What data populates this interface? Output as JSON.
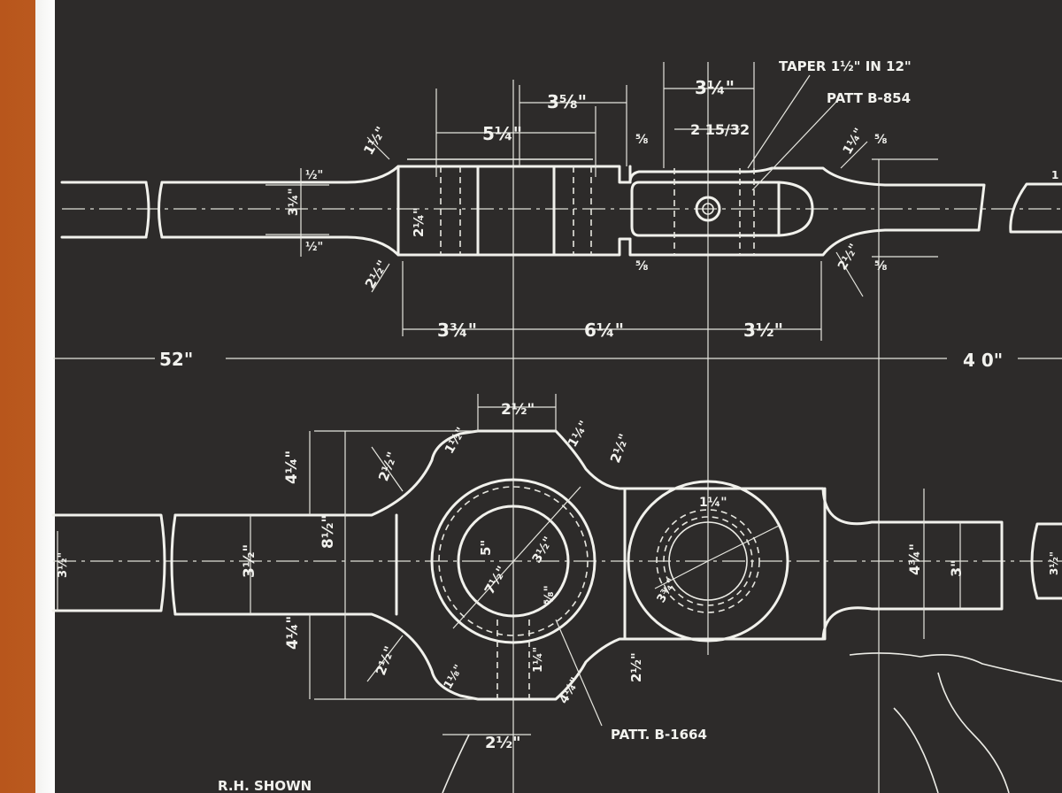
{
  "dimensions": {
    "d_52": "52\"",
    "d_40": "4 0\"",
    "d_3_3_4": "3¾\"",
    "d_6_1_4": "6¼\"",
    "d_3_1_2": "3½\"",
    "d_5_1_4": "5¼\"",
    "d_3_5_8": "3⅝\"",
    "d_3_1_4_top": "3¼\"",
    "d_2_15_32": "2 15/32",
    "d_1_1_2_top": "1½\"",
    "d_2_1_2_left": "2½\"",
    "d_2_1_2_btm": "2½\"",
    "d_5_8_a": "⅝",
    "d_5_8_b": "⅝",
    "d_5_8_c": "⅝",
    "d_5_8_d": "⅝",
    "d_2_1_4_a": "2¼\"",
    "d_1_1_4_a": "1¼\"",
    "d_3_1_4_b": "3¼\"",
    "d_1_2_a": "½\"",
    "d_1_2_b": "½\"",
    "d_3_2_side": "3½\"",
    "d_2_1_2_plan": "2½\"",
    "d_4_1_4_top": "4¼\"",
    "d_8_1_2": "8½\"",
    "d_4_1_4_btm": "4¼\"",
    "d_3_1_2_plan": "3½\"",
    "d_2_1_2_r1": "2½\"",
    "d_1_1_2_r2": "1½\"",
    "d_1_1_4_r3": "1¼\"",
    "d_2_1_2_r4": "2½\"",
    "d_5_in": "5\"",
    "d_3_1_2_r": "3½\"",
    "d_7_1_2": "7½\"",
    "d_5_8_hub": "⅝\"",
    "d_1_1_4_ring": "1¼\"",
    "d_3_3_4_hub": "3¾\"",
    "d_4_3_4": "4¾\"",
    "d_3_in": "3\"",
    "d_2_1_2_low": "2½\"",
    "d_1_1_8": "1⅛\"",
    "d_4_1_4_low": "4¼\"",
    "d_1_1_4_low": "1¼\"",
    "d_2_1_2_low2": "2½\"",
    "d_2_1_2_bottom": "2½\"",
    "d_3_2_far": "3½\"",
    "d_1_far": "1"
  },
  "notes": {
    "taper": "TAPER 1½\" IN 12\"",
    "patt_top": "PATT B-854",
    "patt_bottom": "PATT. B-1664",
    "rh_shown": "R.H. SHOWN"
  },
  "colors": {
    "background": "#2d2b2a",
    "linework": "#f1f1ec",
    "desk": "#c8692a",
    "paper": "#ffffff"
  }
}
